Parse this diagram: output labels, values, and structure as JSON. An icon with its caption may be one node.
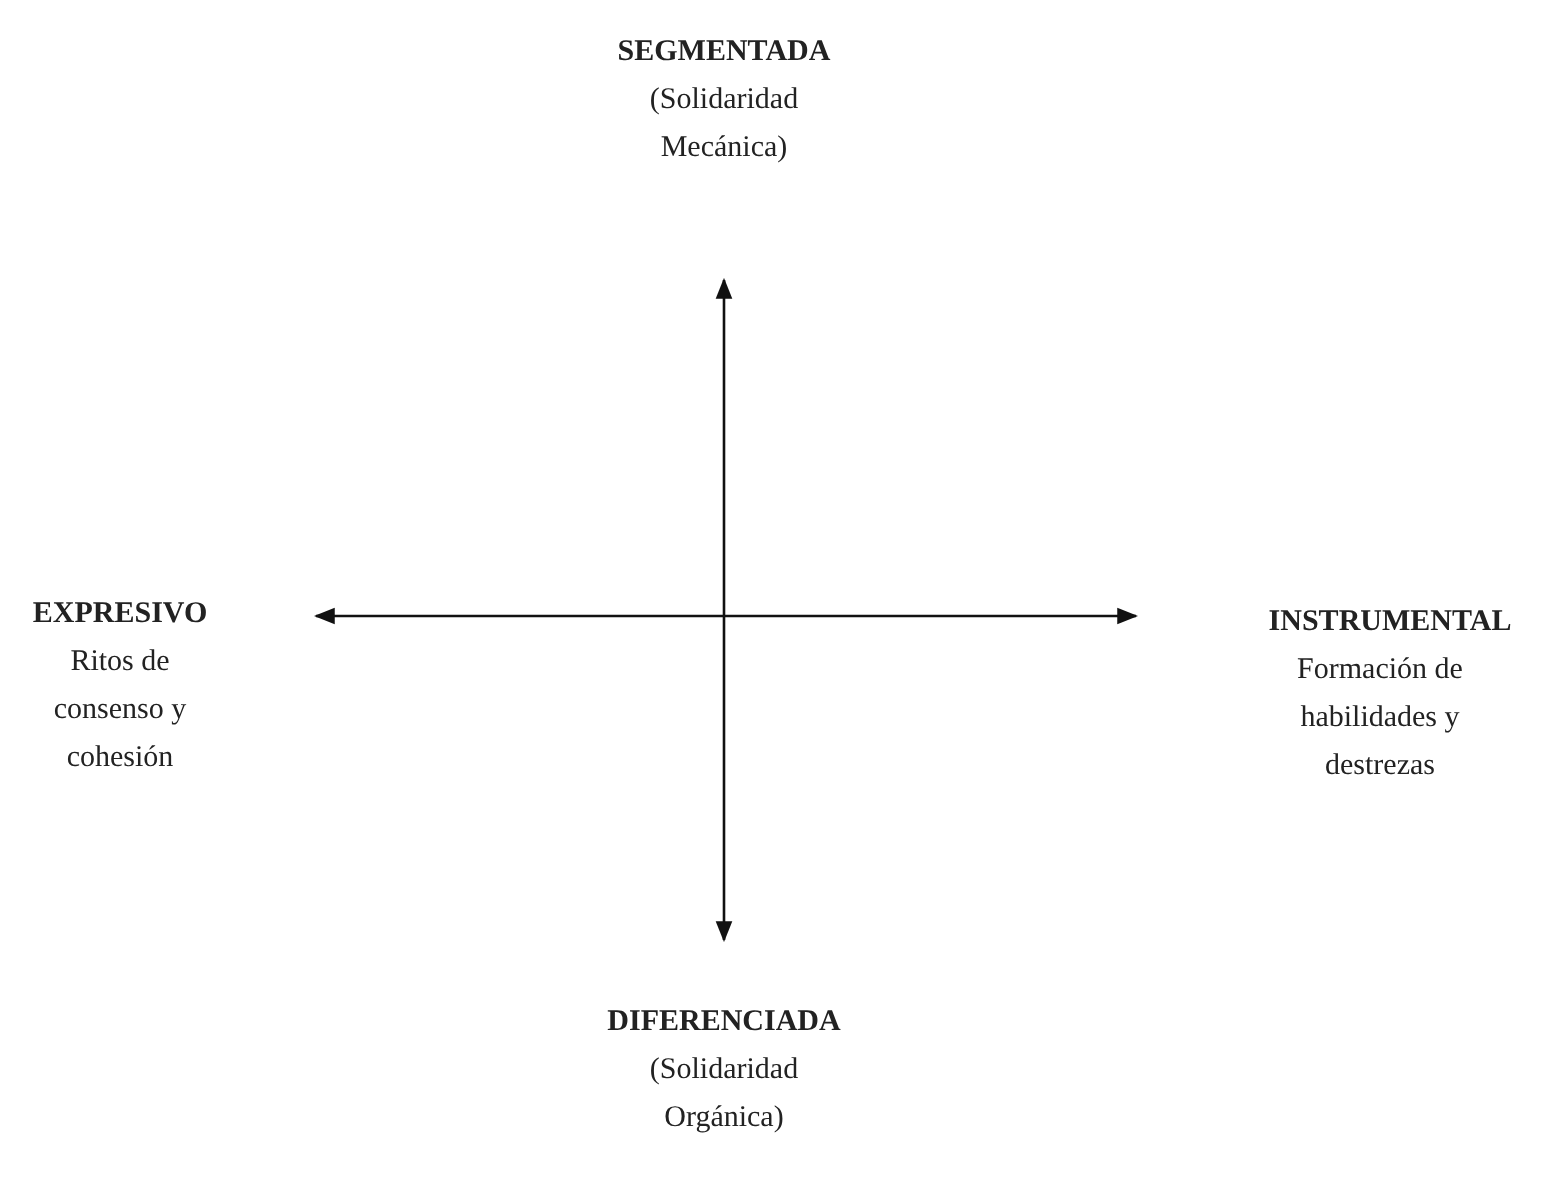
{
  "diagram": {
    "labels": [
      "SEGMENTADA",
      "(Solidaridad Mecánica)",
      "EXPRESIVO",
      "Ritos de consenso y cohesión",
      "INSTRUMENTAL",
      "Formación de habilidades y destrezas",
      "DIFERENCIADA",
      "(Solidaridad Orgánica)"
    ]
  }
}
